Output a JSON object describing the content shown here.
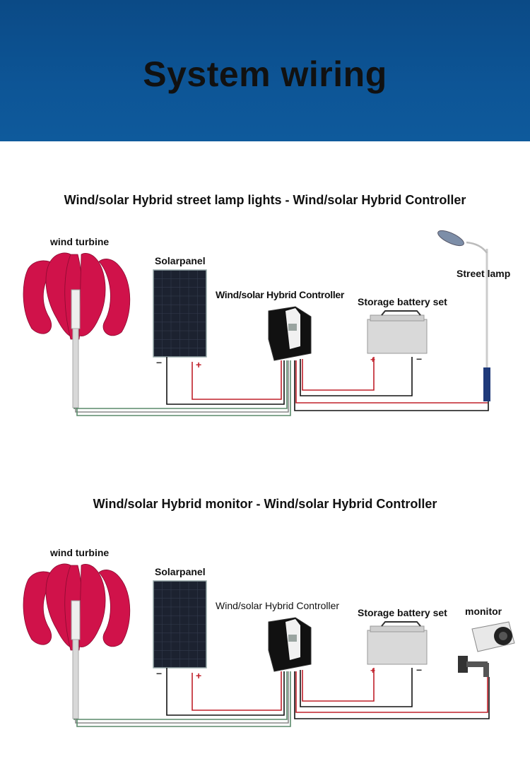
{
  "header": {
    "title": "System wiring"
  },
  "sections": [
    {
      "title": "Wind/solar Hybrid street lamp lights - Wind/solar Hybrid Controller",
      "labels": {
        "turbine": "wind turbine",
        "solar": "Solarpanel",
        "controller": "Wind/solar Hybrid Controller",
        "battery": "Storage battery set",
        "load": "Street lamp"
      },
      "load_type": "street-lamp"
    },
    {
      "title": "Wind/solar Hybrid monitor - Wind/solar Hybrid Controller",
      "labels": {
        "turbine": "wind turbine",
        "solar": "Solarpanel",
        "controller": "Wind/solar Hybrid Controller",
        "battery": "Storage battery set",
        "load": "monitor"
      },
      "load_type": "monitor"
    }
  ],
  "terminals": {
    "minus": "−",
    "plus": "+"
  },
  "colors": {
    "header": "#0d5596",
    "turbine": "#d0124a",
    "wire_red": "#c0202a",
    "wire_black": "#111111",
    "wire_green": "#5a8a6a"
  }
}
